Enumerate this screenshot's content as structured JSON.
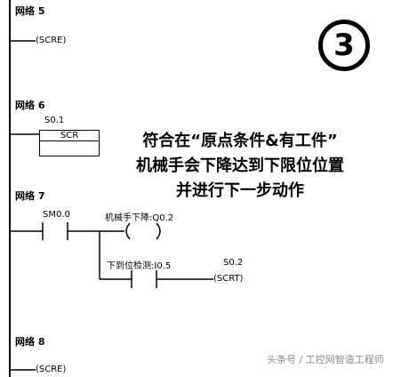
{
  "networks": [
    {
      "label": "网络 5",
      "coil": "(SCRE)"
    },
    {
      "label": "网络 6",
      "block_address": "S0.1",
      "block_name": "SCR"
    },
    {
      "label": "网络 7",
      "contact": "SM0.0",
      "coil_label": "机械手下降:Q0.2",
      "branch_contact": "下到位检测:I0.5",
      "branch_coil_address": "S0.2",
      "branch_coil": "(SCRT)"
    },
    {
      "label": "网络 8",
      "coil": "(SCRE)"
    }
  ],
  "annotation": {
    "line1": "符合在“原点条件&有工件”",
    "line2": "机械手会下降达到下限位位置",
    "line3": "并进行下一步动作"
  },
  "badge": "3",
  "watermark": "头条号 / 工控网智造工程师"
}
